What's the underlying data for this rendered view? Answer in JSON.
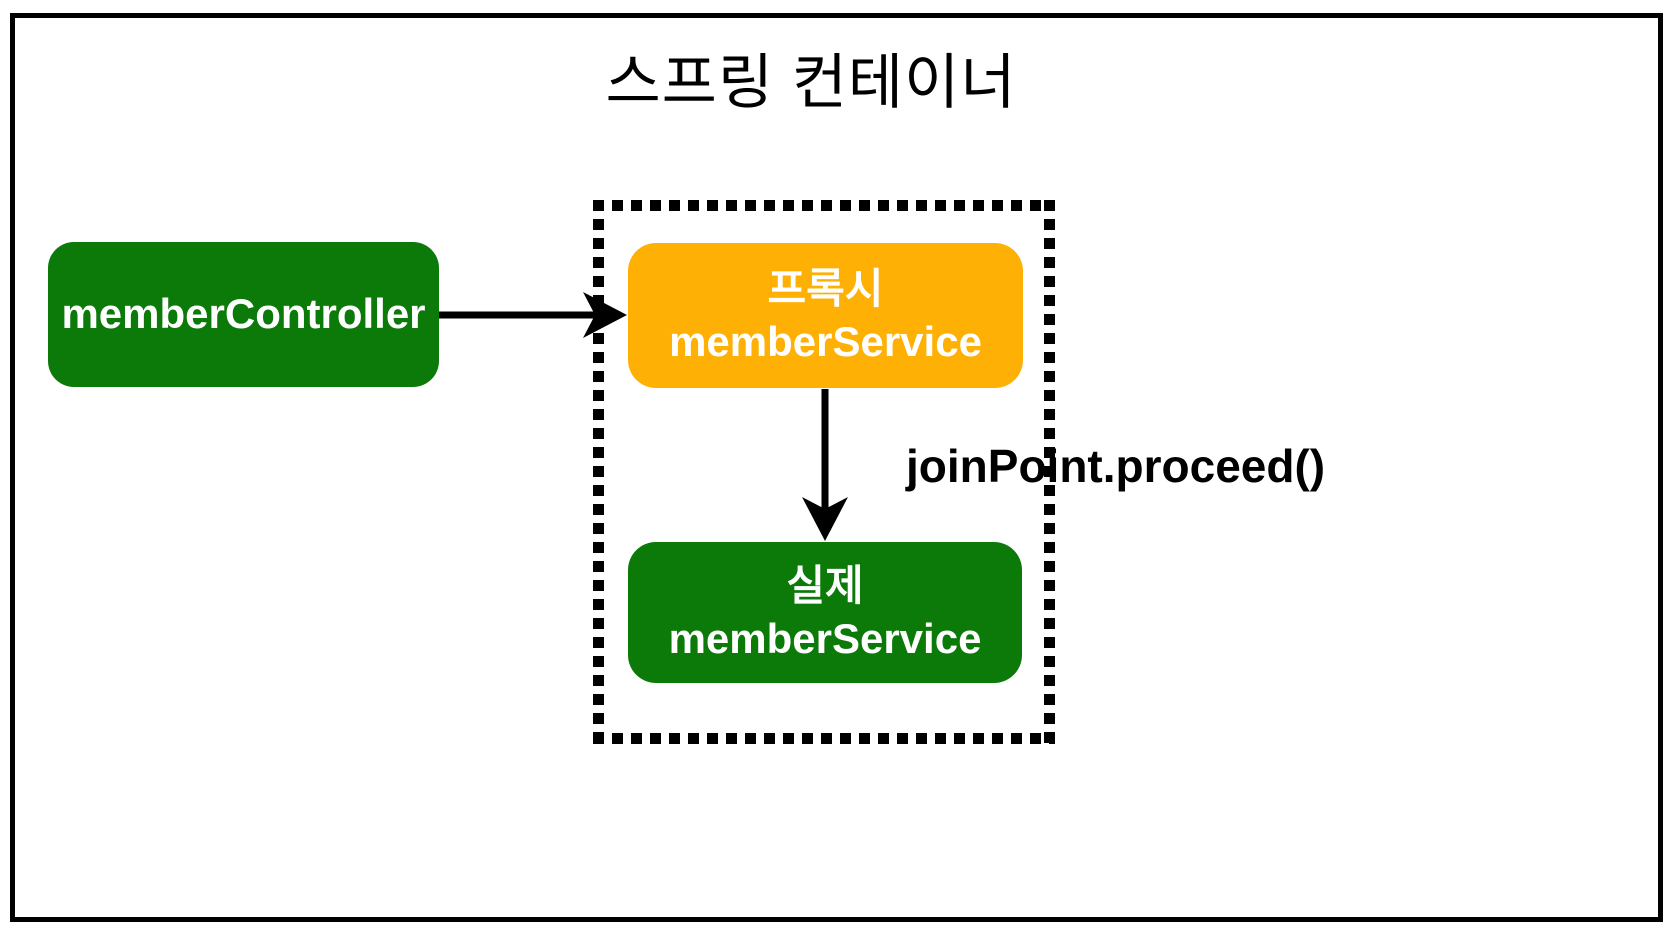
{
  "diagram": {
    "title": "스프링 컨테이너",
    "nodes": {
      "member_controller": {
        "label": "memberController",
        "fill": "#0B7A08",
        "text_color": "#FFFFFF"
      },
      "proxy_member_service": {
        "label_line1": "프록시",
        "label_line2": "memberService",
        "fill": "#FFB005",
        "text_color": "#FFFFFF"
      },
      "real_member_service": {
        "label_line1": "실제",
        "label_line2": "memberService",
        "fill": "#0B7A08",
        "text_color": "#FFFFFF"
      }
    },
    "annotations": {
      "join_point_label": "joinPoint.proceed()"
    },
    "arrows": [
      {
        "name": "controller-to-proxy",
        "from": "memberController",
        "to": "프록시 memberService",
        "direction": "right"
      },
      {
        "name": "proxy-to-real",
        "from": "프록시 memberService",
        "to": "실제 memberService",
        "direction": "down"
      }
    ],
    "colors": {
      "frame_border": "#000000",
      "dotted_border": "#000000",
      "arrow": "#000000",
      "background": "#FFFFFF",
      "node_green": "#0B7A08",
      "node_orange": "#FFB005"
    }
  }
}
